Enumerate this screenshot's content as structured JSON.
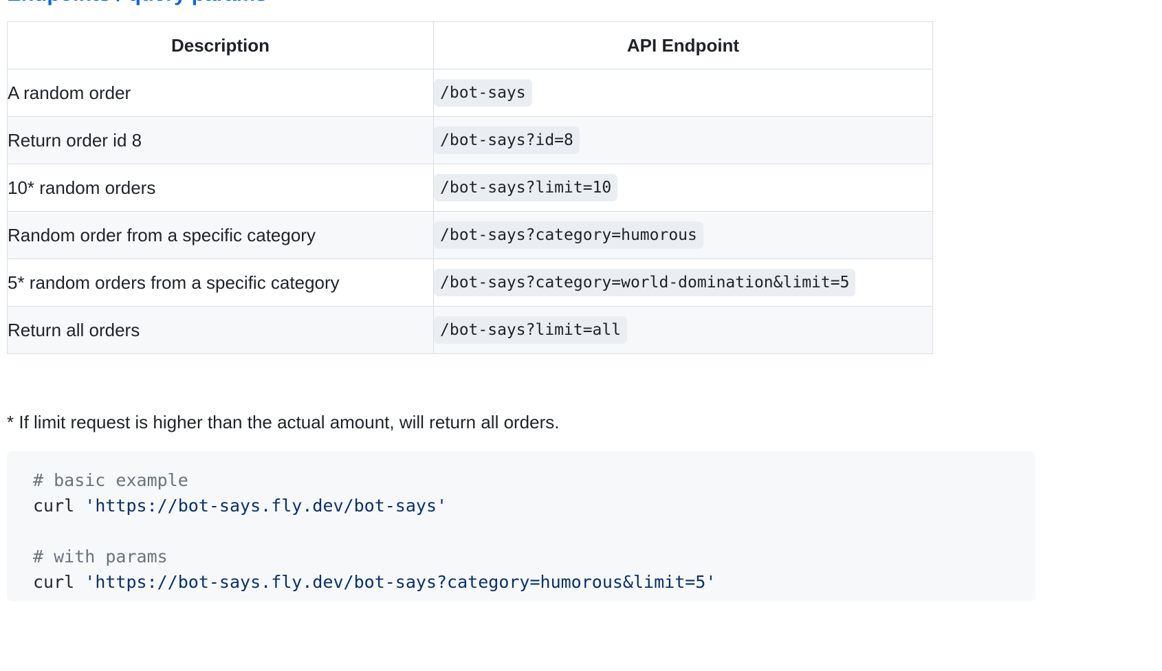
{
  "heading": {
    "cutoff_text": "Endpoints / query params"
  },
  "table": {
    "columns": [
      "Description",
      "API Endpoint"
    ],
    "rows": [
      {
        "description": "A random order",
        "endpoint": "/bot-says"
      },
      {
        "description": "Return order id 8",
        "endpoint": "/bot-says?id=8"
      },
      {
        "description": "10* random orders",
        "endpoint": "/bot-says?limit=10"
      },
      {
        "description": "Random order from a specific category",
        "endpoint": "/bot-says?category=humorous"
      },
      {
        "description": "5* random orders from a specific category",
        "endpoint": "/bot-says?category=world-domination&limit=5"
      },
      {
        "description": "Return all orders",
        "endpoint": "/bot-says?limit=all"
      }
    ]
  },
  "footnote": "* If limit request is higher than the actual amount, will return all orders.",
  "code_block": {
    "lines": [
      {
        "type": "comment",
        "comment": "# basic example"
      },
      {
        "type": "command",
        "command": "curl ",
        "string": "'https://bot-says.fly.dev/bot-says'"
      },
      {
        "type": "blank"
      },
      {
        "type": "comment",
        "comment": "# with params"
      },
      {
        "type": "command",
        "command": "curl ",
        "string": "'https://bot-says.fly.dev/bot-says?category=humorous&limit=5'"
      }
    ]
  },
  "colors": {
    "link": "#0969da",
    "text": "#1f2328",
    "border": "#d8dee4",
    "zebra": "#f6f8fa",
    "chip_bg": "#eaeef2",
    "code_bg": "#f6f8fa",
    "comment": "#6a737d",
    "string": "#0a3069"
  }
}
